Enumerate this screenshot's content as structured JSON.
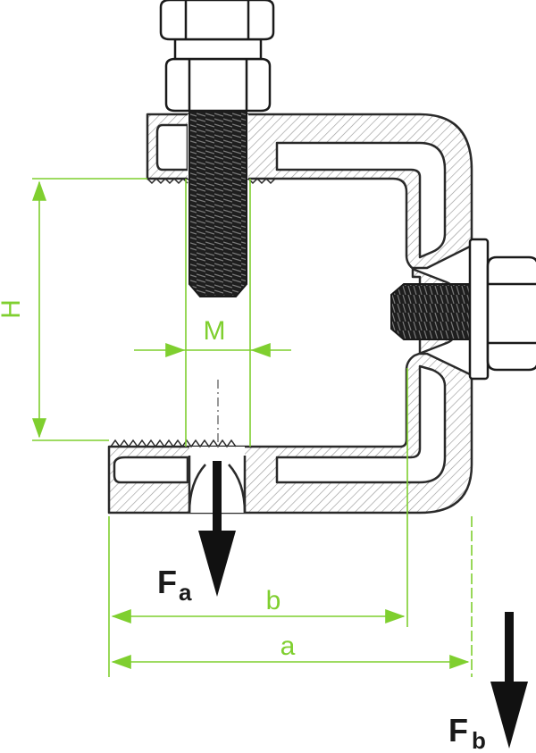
{
  "labels": {
    "height": "H",
    "thread": "M",
    "width_b": "b",
    "width_a": "a",
    "force_a_main": "F",
    "force_a_sub": "a",
    "force_b_main": "F",
    "force_b_sub": "b"
  },
  "colors": {
    "dimension": "#7fcf2f",
    "outline": "#2a2a2a",
    "hatch": "#9a9a9a",
    "thread": "#222222",
    "force": "#111111"
  }
}
